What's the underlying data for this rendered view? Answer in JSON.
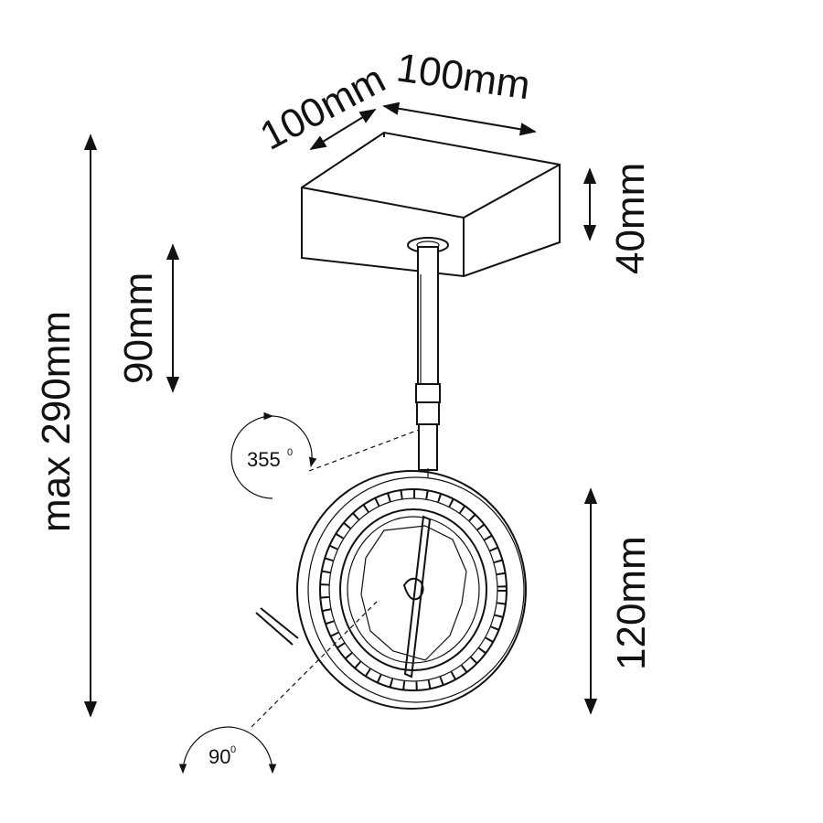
{
  "dimensions": {
    "width_1": "100mm",
    "width_2": "100mm",
    "base_height": "40mm",
    "stem_length": "90mm",
    "total_height": "max 290mm",
    "head_diameter": "120mm"
  },
  "angles": {
    "rotation": "355",
    "tilt": "90",
    "unit_mark": "0"
  },
  "colors": {
    "line": "#111111",
    "background": "#ffffff"
  }
}
